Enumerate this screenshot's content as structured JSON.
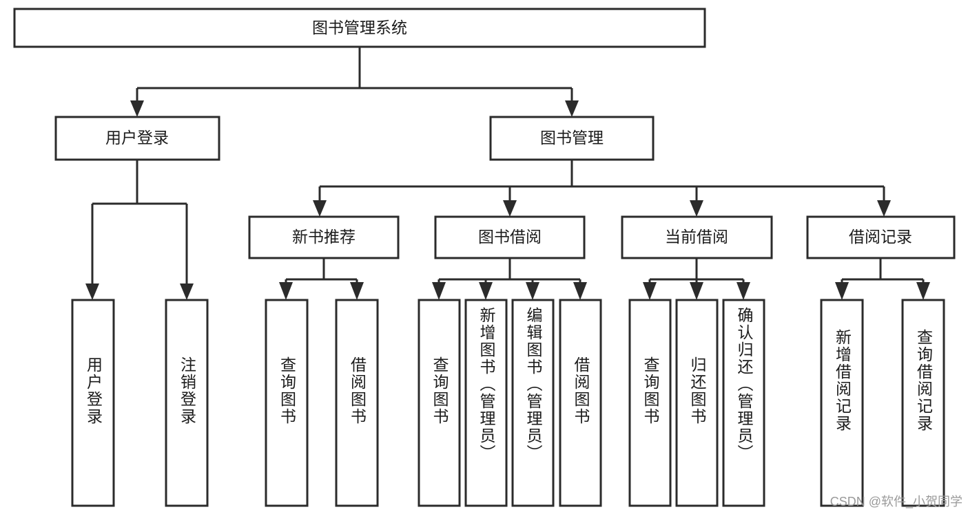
{
  "chart_data": {
    "type": "diagram",
    "title": "图书管理系统",
    "subtype": "hierarchy-tree-functional-decomposition",
    "orientation": "top-down",
    "levels": 4,
    "node_count": 20,
    "edge_style": "orthogonal-elbow-with-arrowhead",
    "colors": {
      "box_fill": "#ffffff",
      "box_stroke": "#2b2b2b",
      "connector": "#2b2b2b",
      "text": "#1b1b1b",
      "background": "#ffffff",
      "watermark": "#9a9a9a"
    },
    "nodes": [
      {
        "id": "root",
        "label": "图书管理系统",
        "level": 1,
        "orientation": "horizontal",
        "parent": null
      },
      {
        "id": "user-login",
        "label": "用户登录",
        "level": 2,
        "orientation": "horizontal",
        "parent": "root"
      },
      {
        "id": "book-manage",
        "label": "图书管理",
        "level": 2,
        "orientation": "horizontal",
        "parent": "root"
      },
      {
        "id": "user-login-leaf",
        "label": "用户登录",
        "level": 3,
        "orientation": "vertical",
        "parent": "user-login"
      },
      {
        "id": "logout-leaf",
        "label": "注销登录",
        "level": 3,
        "orientation": "vertical",
        "parent": "user-login"
      },
      {
        "id": "new-book-rec",
        "label": "新书推荐",
        "level": 3,
        "orientation": "horizontal",
        "parent": "book-manage"
      },
      {
        "id": "book-borrow",
        "label": "图书借阅",
        "level": 3,
        "orientation": "horizontal",
        "parent": "book-manage"
      },
      {
        "id": "current-borrow",
        "label": "当前借阅",
        "level": 3,
        "orientation": "horizontal",
        "parent": "book-manage"
      },
      {
        "id": "borrow-record",
        "label": "借阅记录",
        "level": 3,
        "orientation": "horizontal",
        "parent": "book-manage"
      },
      {
        "id": "rec-query-book",
        "label": "查询图书",
        "level": 4,
        "orientation": "vertical",
        "parent": "new-book-rec"
      },
      {
        "id": "rec-borrow-book",
        "label": "借阅图书",
        "level": 4,
        "orientation": "vertical",
        "parent": "new-book-rec"
      },
      {
        "id": "brw-query-book",
        "label": "查询图书",
        "level": 4,
        "orientation": "vertical",
        "parent": "book-borrow"
      },
      {
        "id": "brw-add-book",
        "label": "新增图书（管理员）",
        "level": 4,
        "orientation": "vertical",
        "parent": "book-borrow"
      },
      {
        "id": "brw-edit-book",
        "label": "编辑图书（管理员）",
        "level": 4,
        "orientation": "vertical",
        "parent": "book-borrow"
      },
      {
        "id": "brw-borrow-book",
        "label": "借阅图书",
        "level": 4,
        "orientation": "vertical",
        "parent": "book-borrow"
      },
      {
        "id": "cur-query-book",
        "label": "查询图书",
        "level": 4,
        "orientation": "vertical",
        "parent": "current-borrow"
      },
      {
        "id": "cur-return-book",
        "label": "归还图书",
        "level": 4,
        "orientation": "vertical",
        "parent": "current-borrow"
      },
      {
        "id": "cur-confirm-return",
        "label": "确认归还（管理员）",
        "level": 4,
        "orientation": "vertical",
        "parent": "current-borrow"
      },
      {
        "id": "rec-add-record",
        "label": "新增借阅记录",
        "level": 4,
        "orientation": "vertical",
        "parent": "borrow-record"
      },
      {
        "id": "rec-query-record",
        "label": "查询借阅记录",
        "level": 4,
        "orientation": "vertical",
        "parent": "borrow-record"
      }
    ],
    "edges": [
      {
        "from": "root",
        "to": "user-login"
      },
      {
        "from": "root",
        "to": "book-manage"
      },
      {
        "from": "user-login",
        "to": "user-login-leaf"
      },
      {
        "from": "user-login",
        "to": "logout-leaf"
      },
      {
        "from": "book-manage",
        "to": "new-book-rec"
      },
      {
        "from": "book-manage",
        "to": "book-borrow"
      },
      {
        "from": "book-manage",
        "to": "current-borrow"
      },
      {
        "from": "book-manage",
        "to": "borrow-record"
      },
      {
        "from": "new-book-rec",
        "to": "rec-query-book"
      },
      {
        "from": "new-book-rec",
        "to": "rec-borrow-book"
      },
      {
        "from": "book-borrow",
        "to": "brw-query-book"
      },
      {
        "from": "book-borrow",
        "to": "brw-add-book"
      },
      {
        "from": "book-borrow",
        "to": "brw-edit-book"
      },
      {
        "from": "book-borrow",
        "to": "brw-borrow-book"
      },
      {
        "from": "current-borrow",
        "to": "cur-query-book"
      },
      {
        "from": "current-borrow",
        "to": "cur-return-book"
      },
      {
        "from": "current-borrow",
        "to": "cur-confirm-return"
      },
      {
        "from": "borrow-record",
        "to": "rec-add-record"
      },
      {
        "from": "borrow-record",
        "to": "rec-query-record"
      }
    ]
  },
  "labels": {
    "root": "图书管理系统",
    "user_login": "用户登录",
    "book_manage": "图书管理",
    "user_login_leaf": "用户登录",
    "logout_leaf": "注销登录",
    "new_book_rec": "新书推荐",
    "book_borrow": "图书借阅",
    "current_borrow": "当前借阅",
    "borrow_record": "借阅记录",
    "rec_query_book": "查询图书",
    "rec_borrow_book": "借阅图书",
    "brw_query_book": "查询图书",
    "brw_add_book": "新增图书（管理员）",
    "brw_edit_book": "编辑图书（管理员）",
    "brw_borrow_book": "借阅图书",
    "cur_query_book": "查询图书",
    "cur_return_book": "归还图书",
    "cur_confirm_return": "确认归还（管理员）",
    "rec_add_record": "新增借阅记录",
    "rec_query_record": "查询借阅记录"
  },
  "watermark": {
    "text": "CSDN @软件_小贺同学"
  }
}
